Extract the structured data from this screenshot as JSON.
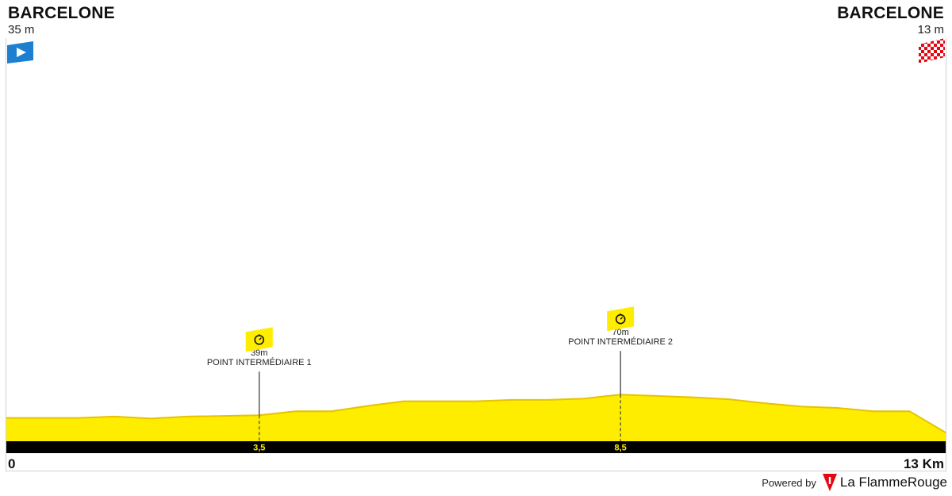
{
  "stage": {
    "start_town": "BARCELONE",
    "start_altitude": "35 m",
    "finish_town": "BARCELONE",
    "finish_altitude": "13 m"
  },
  "chart_data": {
    "type": "area",
    "title": "",
    "xlabel": "",
    "ylabel": "",
    "x_unit": "Km",
    "xlim": [
      0,
      13
    ],
    "ylim": [
      0,
      650
    ],
    "grid": false,
    "fill_color": "#FFED00",
    "axis_bar_color": "#000000",
    "tick_label_color": "#FFED00",
    "profile": {
      "x": [
        0,
        0.5,
        1.0,
        1.5,
        2.0,
        2.5,
        3.0,
        3.5,
        4.0,
        4.5,
        5.0,
        5.5,
        6.0,
        6.5,
        7.0,
        7.5,
        8.0,
        8.5,
        9.0,
        9.5,
        10.0,
        10.5,
        11.0,
        11.5,
        12.0,
        12.5,
        13.0
      ],
      "y": [
        35,
        35,
        35,
        37,
        34,
        37,
        38,
        39,
        45,
        45,
        53,
        60,
        60,
        60,
        62,
        62,
        64,
        70,
        68,
        66,
        63,
        57,
        52,
        50,
        45,
        45,
        13
      ]
    },
    "axis_start_label": "0",
    "axis_end_label": "13 Km",
    "intermediate_points": [
      {
        "km": 3.5,
        "km_label": "3,5",
        "altitude_label": "39m",
        "name": "POINT INTERMÉDIAIRE 1",
        "icon": "stopwatch-icon"
      },
      {
        "km": 8.5,
        "km_label": "8,5",
        "altitude_label": "70m",
        "name": "POINT INTERMÉDIAIRE 2",
        "icon": "stopwatch-icon"
      }
    ]
  },
  "start_flag_icon": "play-flag-icon",
  "finish_flag_icon": "checkered-flag-icon",
  "footer": {
    "powered_by": "Powered by",
    "brand": "La FlammeRouge",
    "brand_icon": "flamme-rouge-logo-icon",
    "brand_color": "#E30613"
  }
}
